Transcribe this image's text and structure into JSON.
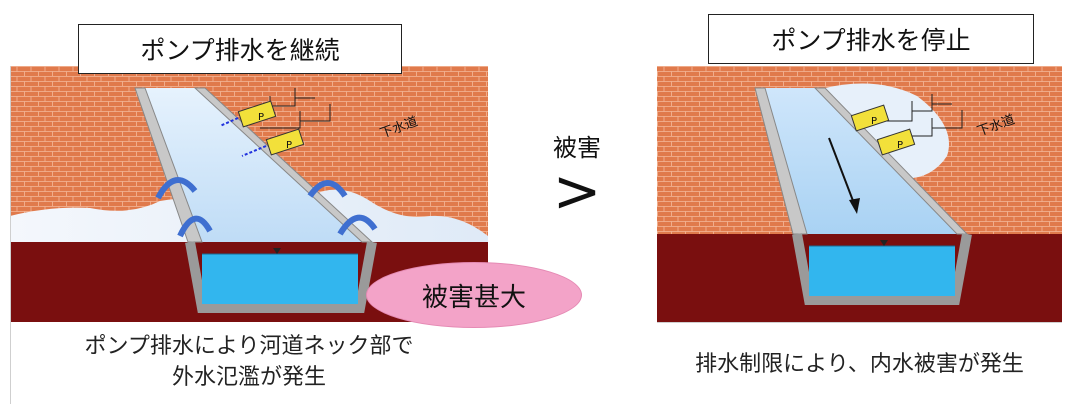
{
  "left": {
    "title": "ポンプ排水を継続",
    "sewer_label": "下水道",
    "pump_label": "P",
    "caption_line1": "ポンプ排水により河道ネック部で",
    "caption_line2": "外水氾濫が発生"
  },
  "right": {
    "title": "ポンプ排水を停止",
    "sewer_label": "下水道",
    "pump_label": "P",
    "caption": "排水制限により、内水被害が発生"
  },
  "comparison": {
    "label": "被害",
    "symbol": ">"
  },
  "severity_badge": "被害甚大",
  "colors": {
    "brick": "#e07a4c",
    "brick_line": "#f4b89a",
    "dark_earth": "#7a0f0f",
    "river_water": "#cfe6fb",
    "channel_water": "#32b6ee",
    "badge_pink": "#f3a3c8",
    "arrow_blue": "#3f6fd0"
  }
}
